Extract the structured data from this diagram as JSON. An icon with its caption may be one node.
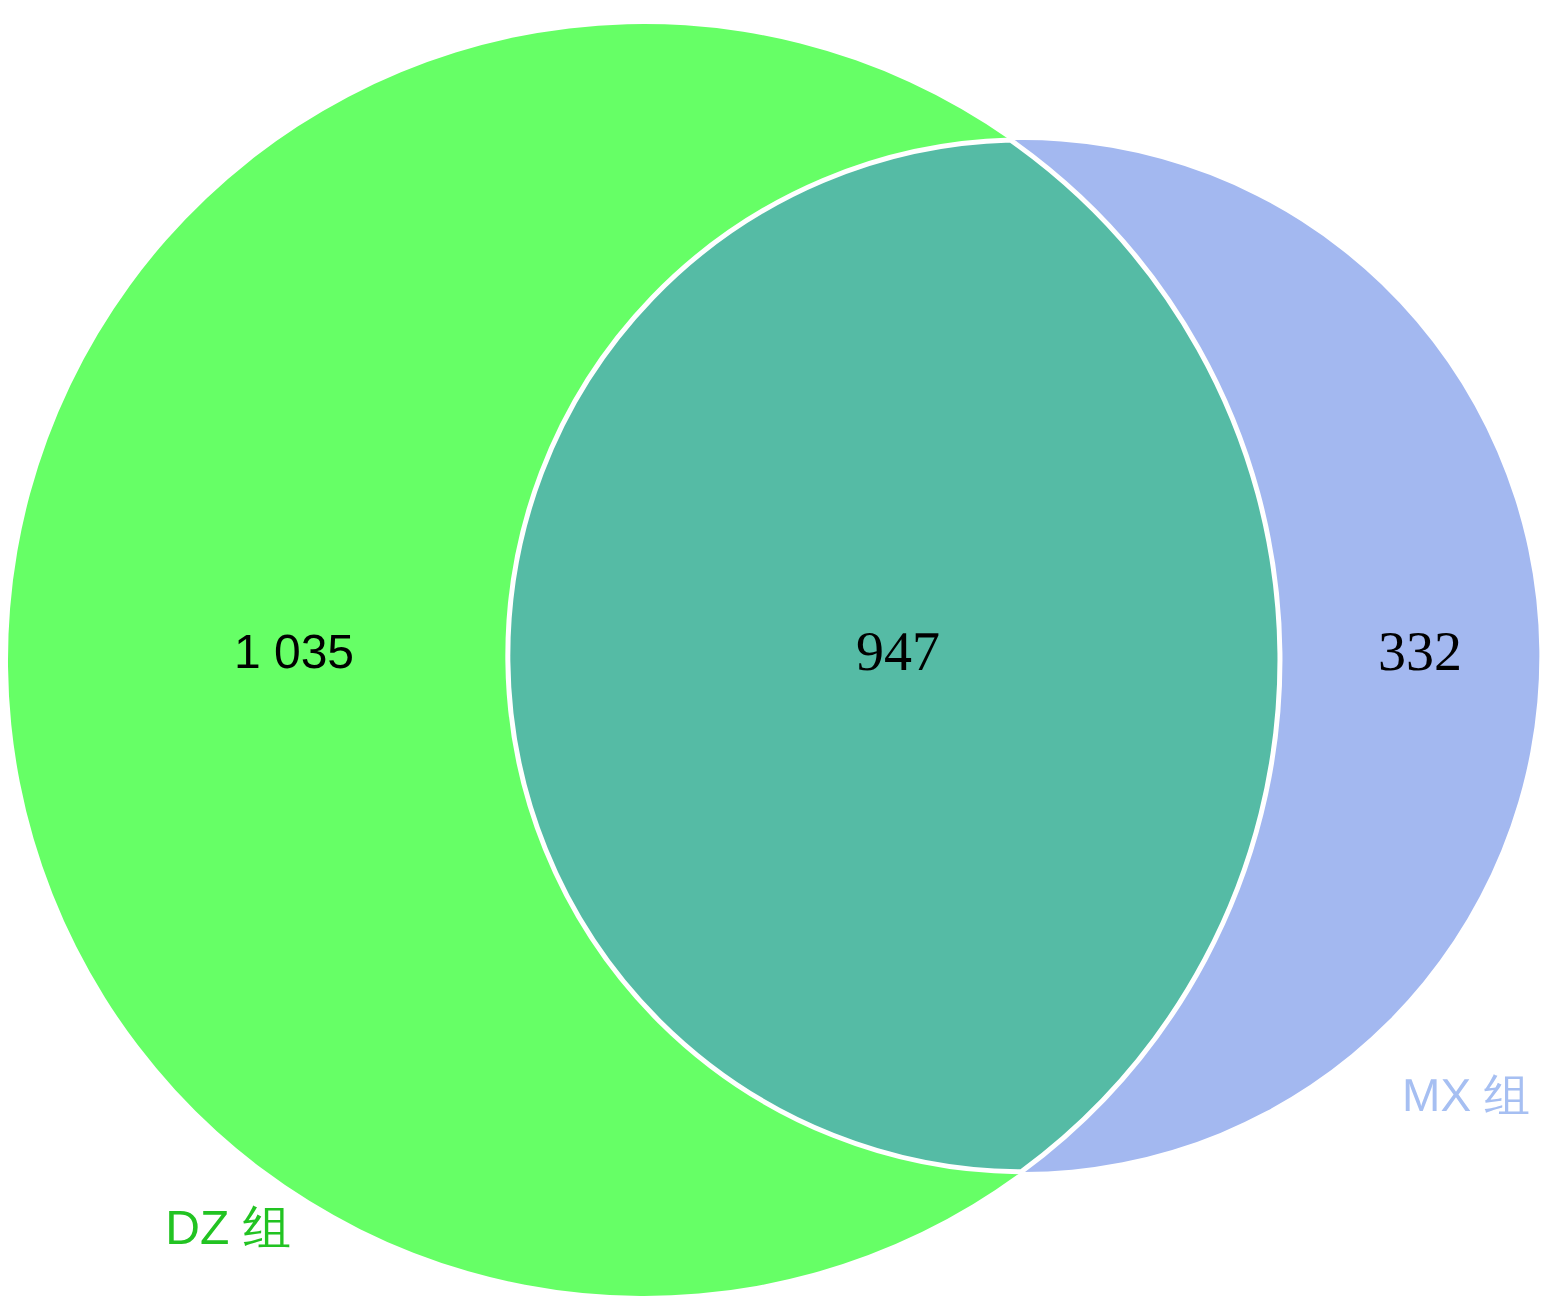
{
  "diagram": {
    "nodes": [
      {
        "text": [
          "1 035"
        ],
        "beside": [
          "DZ 组"
        ]
      },
      {
        "text": [
          "947"
        ]
      },
      {
        "text": [
          "332"
        ],
        "beside": [
          "MX 组"
        ]
      }
    ]
  }
}
